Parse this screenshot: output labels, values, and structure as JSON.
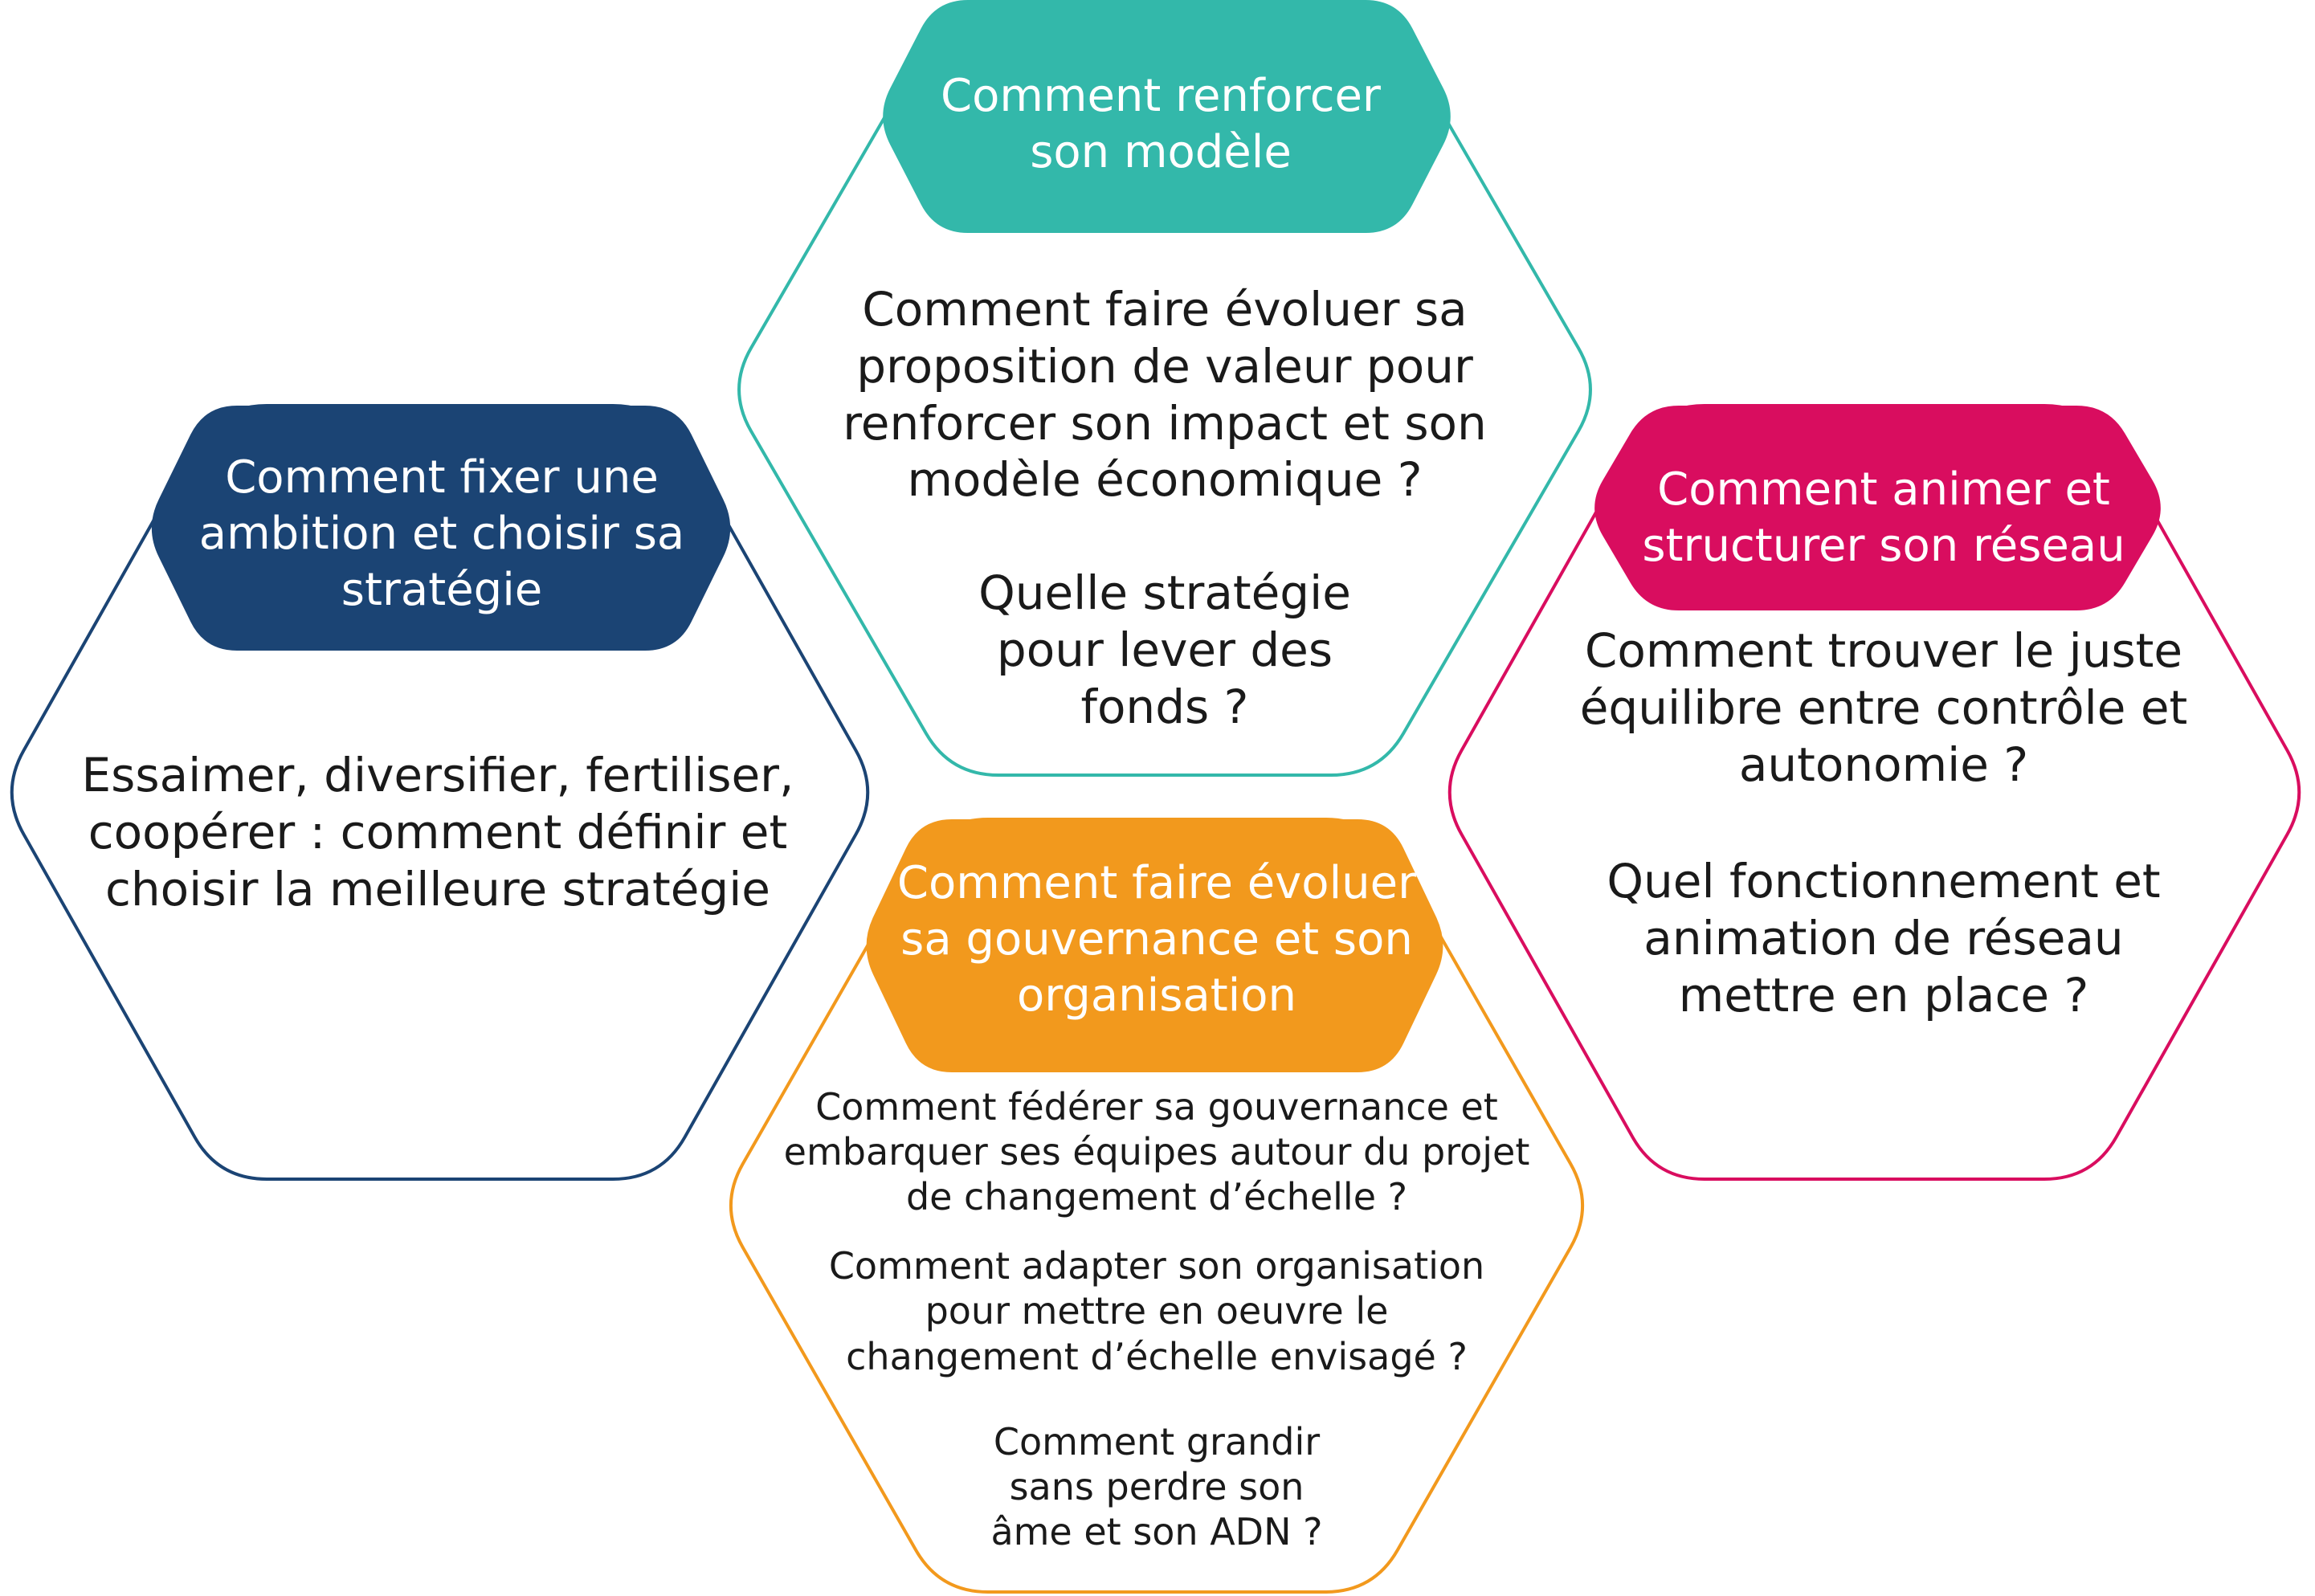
{
  "colors": {
    "teal": "#33b8aa",
    "navy": "#1b4474",
    "magenta": "#d90d5f",
    "orange": "#f2991d",
    "body_text": "#1a1a1a",
    "header_text": "#ffffff"
  },
  "modele": {
    "title": "Comment renforcer son modèle",
    "questions": [
      "Comment faire évoluer sa proposition de valeur pour renforcer son impact et son modèle économique ?",
      "Quelle stratégie pour lever des fonds ?"
    ]
  },
  "strategie": {
    "title": "Comment fixer une ambition et choisir sa stratégie",
    "questions": [
      "Essaimer, diversifier, fertiliser, coopérer : comment définir et choisir la meilleure stratégie"
    ]
  },
  "reseau": {
    "title": "Comment animer et structurer son réseau",
    "questions": [
      "Comment trouver le juste équilibre entre contrôle et autonomie ?",
      "Quel fonctionnement et animation de réseau mettre en place ?"
    ]
  },
  "gouvernance": {
    "title": "Comment faire évoluer sa gouvernance et son organisation",
    "questions": [
      "Comment fédérer sa gouvernance et embarquer ses équipes autour du projet de changement d’échelle ?",
      "Comment adapter son organisation pour mettre en oeuvre le changement d’échelle envisagé ?",
      "Comment grandir sans perdre son âme et son ADN ?"
    ]
  }
}
